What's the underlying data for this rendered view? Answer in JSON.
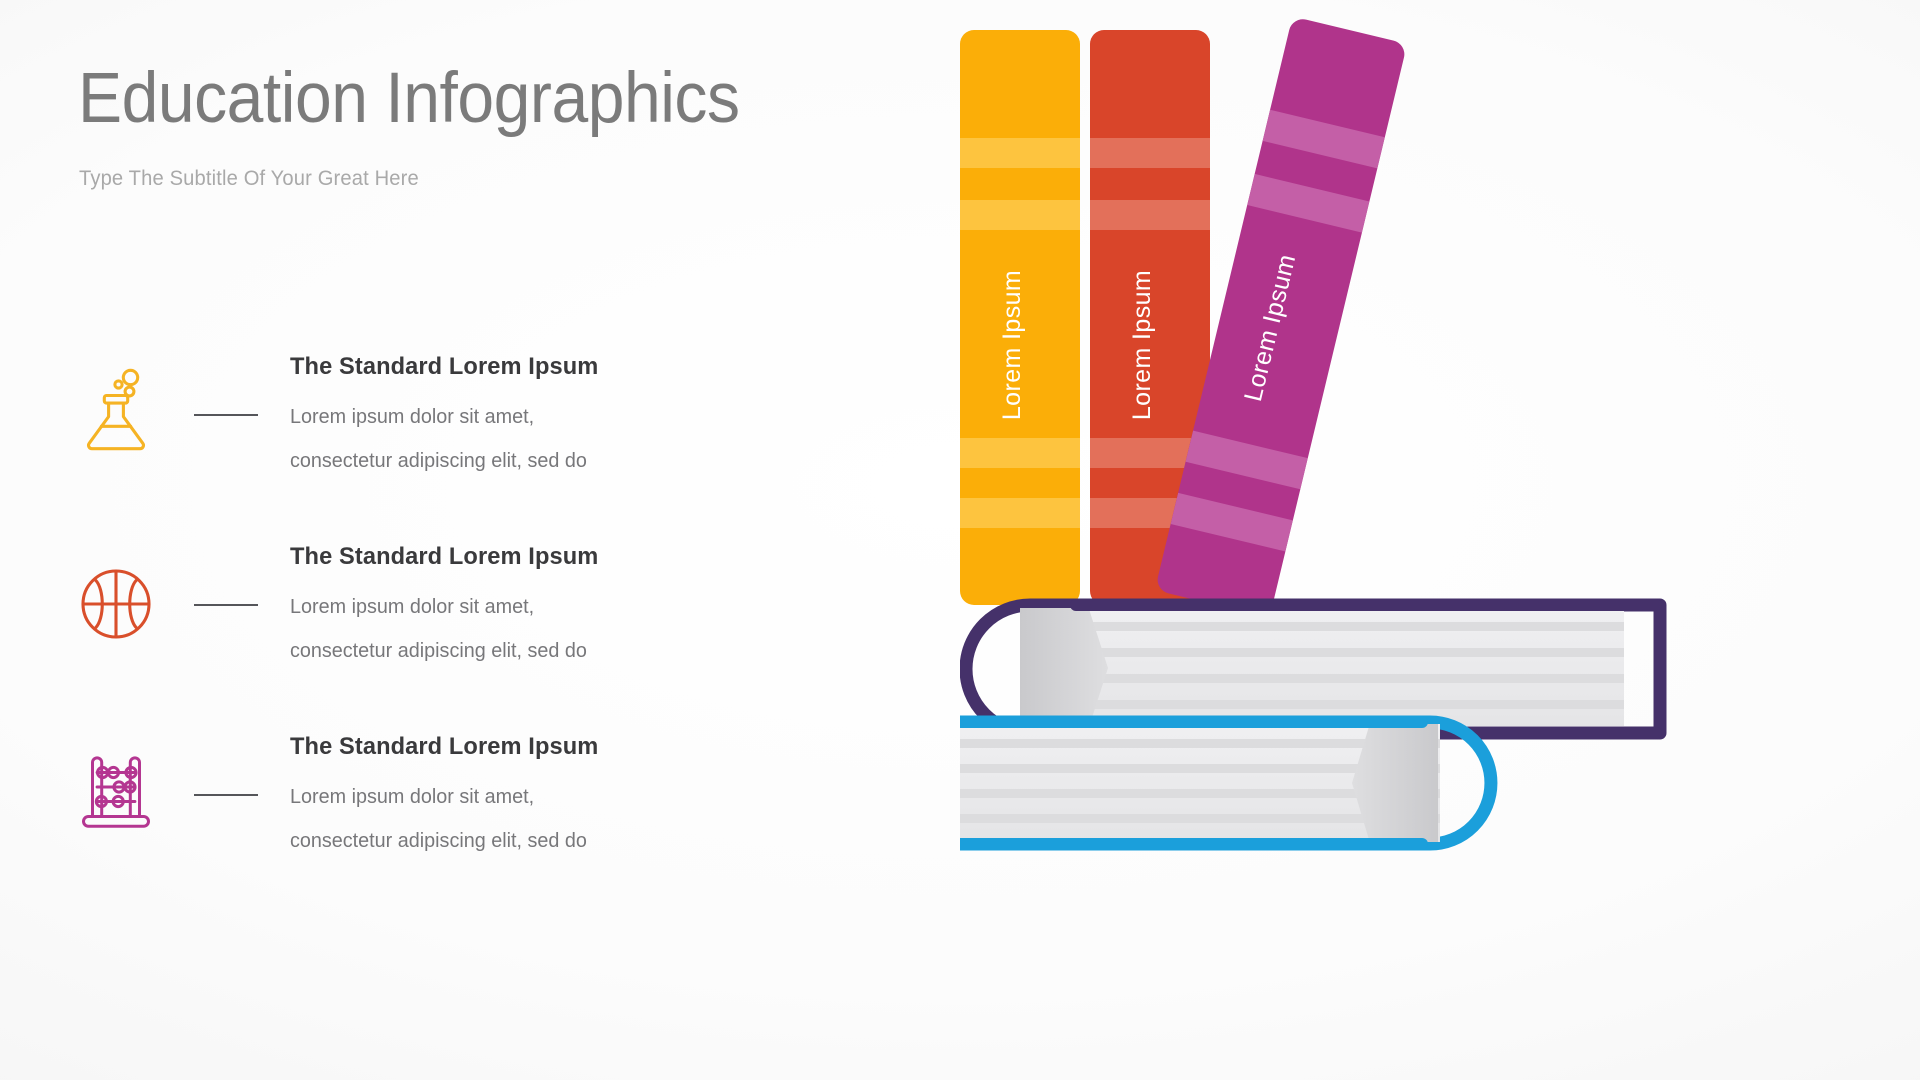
{
  "header": {
    "title": "Education Infographics",
    "subtitle": "Type The Subtitle Of Your Great Here"
  },
  "features": [
    {
      "icon": "flask-icon",
      "icon_color": "#F5B324",
      "title": "The Standard Lorem Ipsum",
      "desc_line1": "Lorem ipsum dolor sit amet,",
      "desc_line2": "consectetur adipiscing elit, sed do"
    },
    {
      "icon": "basketball-icon",
      "icon_color": "#D94F2B",
      "title": "The Standard Lorem Ipsum",
      "desc_line1": "Lorem ipsum dolor sit amet,",
      "desc_line2": "consectetur adipiscing elit, sed do"
    },
    {
      "icon": "abacus-icon",
      "icon_color": "#B43691",
      "title": "The Standard Lorem Ipsum",
      "desc_line1": "Lorem ipsum dolor sit amet,",
      "desc_line2": "consectetur adipiscing elit, sed do"
    }
  ],
  "illustration": {
    "standing_books": [
      {
        "name": "yellow-book",
        "label": "Lorem Ipsum",
        "color": "#FBAE08",
        "stripe_color": "#FDC43F"
      },
      {
        "name": "red-book",
        "label": "Lorem Ipsum",
        "color": "#D9452A",
        "stripe_color": "#E3705A"
      },
      {
        "name": "purple-book",
        "label": "Lorem Ipsum",
        "color": "#B0348B",
        "stripe_color": "#C45FA7"
      }
    ],
    "stacked_books": [
      {
        "name": "dark-purple-book",
        "cover_color": "#45316A",
        "page_color": "#EAEAEC",
        "page_line_color": "#DCDCDE"
      },
      {
        "name": "blue-book",
        "cover_color": "#1B9FDB",
        "page_color": "#EAEAEC",
        "page_line_color": "#DCDCDE"
      }
    ]
  }
}
